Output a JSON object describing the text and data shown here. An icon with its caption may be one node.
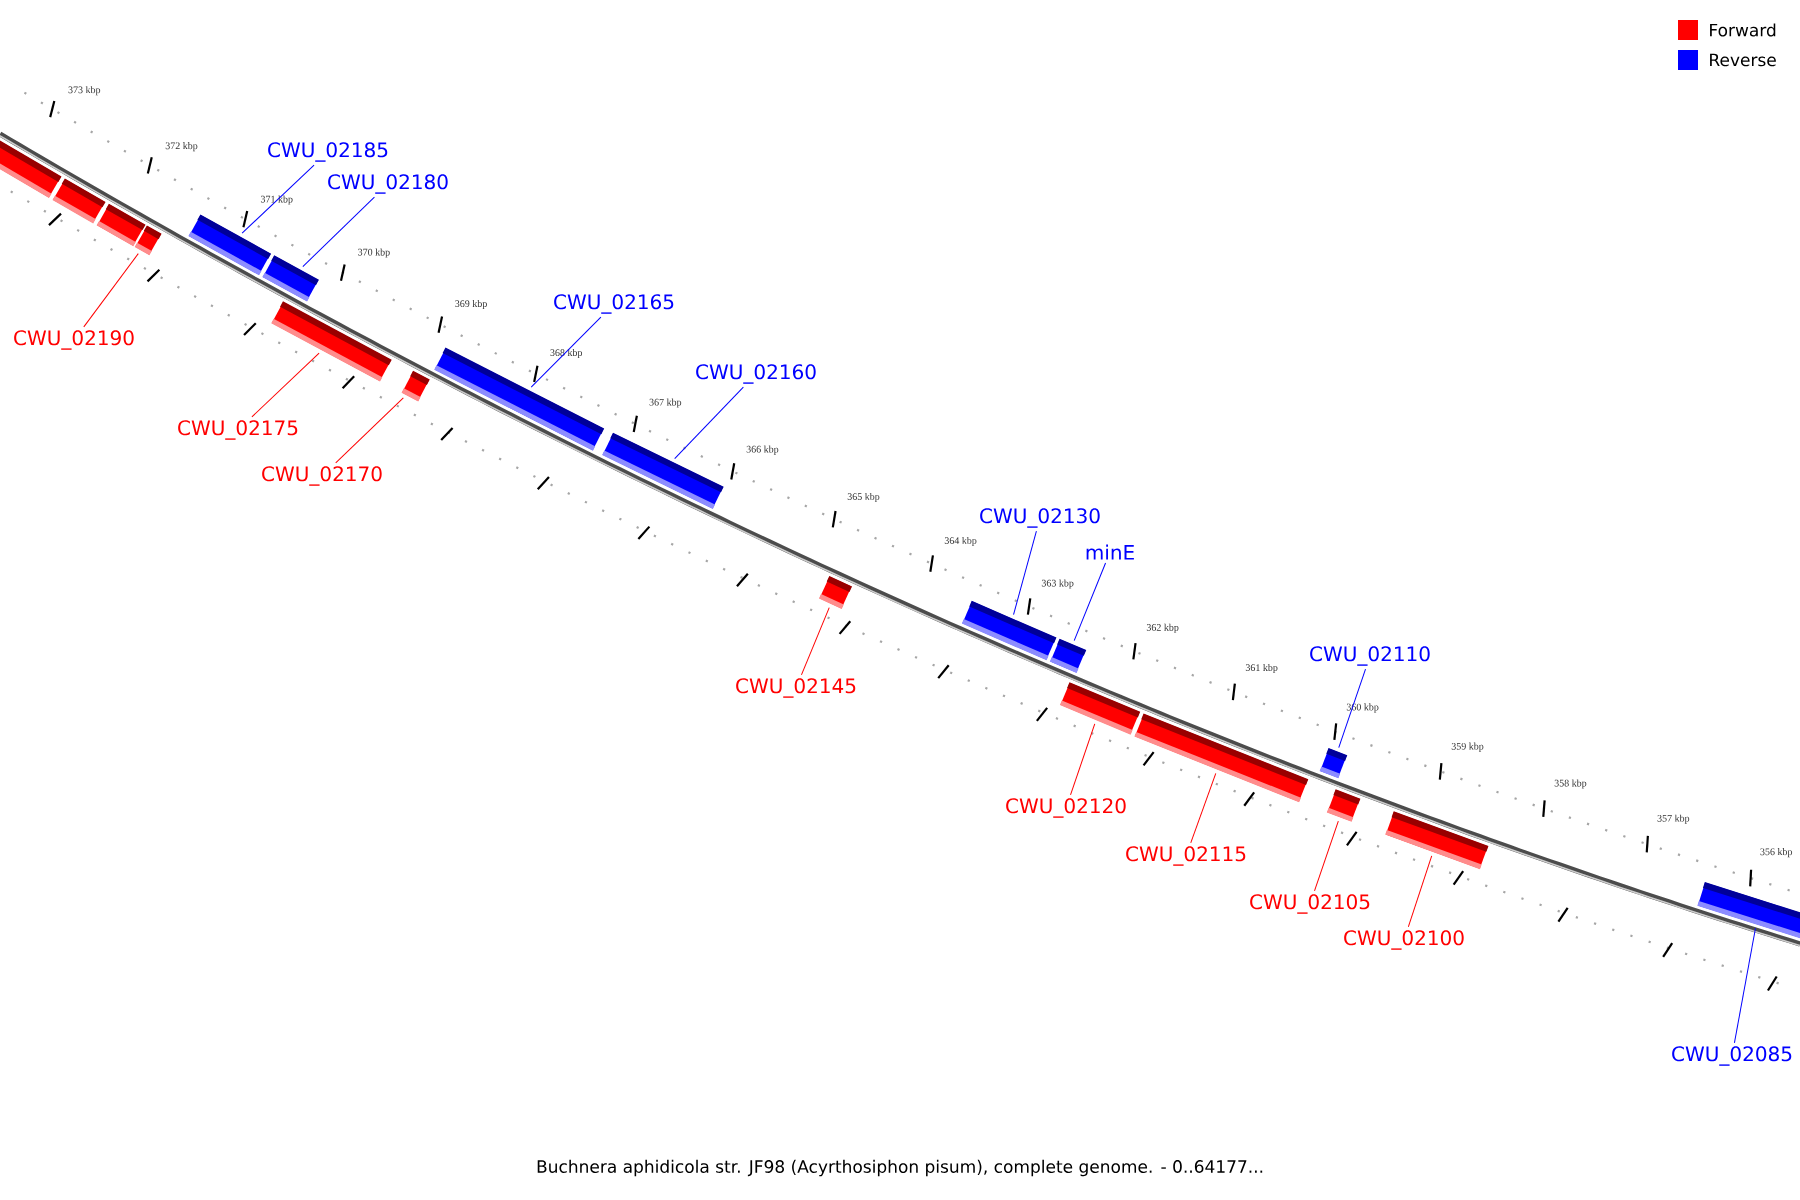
{
  "diagram": {
    "caption": "Buchnera aphidicola str. JF98 (Acyrthosiphon pisum), complete genome. - 0..64177...",
    "nodes": [
      {
        "text": [],
        "shape": "box"
      },
      {
        "text": [],
        "shape": "box"
      },
      {
        "text": [],
        "shape": "box"
      },
      {
        "text": [],
        "shape": "box"
      },
      {
        "text": [],
        "shape": "box"
      },
      {
        "text": [],
        "shape": "box"
      },
      {
        "text": [],
        "shape": "box"
      },
      {
        "text": [],
        "shape": "box"
      },
      {
        "text": [],
        "shape": "box"
      },
      {
        "text": [],
        "shape": "box"
      },
      {
        "text": [],
        "shape": "box"
      },
      {
        "text": [],
        "shape": "box"
      },
      {
        "text": [],
        "shape": "box"
      },
      {
        "text": [],
        "shape": "box"
      },
      {
        "text": [],
        "shape": "box"
      },
      {
        "text": [],
        "shape": "box"
      },
      {
        "text": [],
        "shape": "box"
      },
      {
        "text": [],
        "shape": "box"
      },
      {
        "text": [],
        "shape": "box"
      },
      {
        "text": [
          "CWU_02185"
        ]
      },
      {
        "text": [
          "CWU_02180"
        ]
      },
      {
        "text": [
          "CWU_02165"
        ]
      },
      {
        "text": [
          "CWU_02190"
        ]
      },
      {
        "text": [
          "CWU_02160"
        ]
      },
      {
        "text": [
          "CWU_02175"
        ]
      },
      {
        "text": [
          "CWU_02170"
        ]
      },
      {
        "text": [
          "CWU_02130"
        ]
      },
      {
        "text": [
          "minE"
        ]
      },
      {
        "text": [
          "CWU_02110"
        ]
      },
      {
        "text": [
          "CWU_02145"
        ]
      },
      {
        "text": [
          "CWU_02120"
        ]
      },
      {
        "text": [
          "CWU_02115"
        ]
      },
      {
        "text": [
          "CWU_02105"
        ]
      },
      {
        "text": [
          "CWU_02100"
        ]
      },
      {
        "text": [
          "CWU_02085"
        ]
      }
    ],
    "edges": [
      {
        "from": 19,
        "to": 4,
        "arrow": "none",
        "color": "#0000ff"
      },
      {
        "from": 20,
        "to": 5,
        "arrow": "none",
        "color": "#0000ff"
      },
      {
        "from": 21,
        "to": 8,
        "arrow": "none",
        "color": "#0000ff"
      },
      {
        "from": 22,
        "to": 3,
        "arrow": "none",
        "color": "#ff0000"
      },
      {
        "from": 23,
        "to": 9,
        "arrow": "none",
        "color": "#0000ff"
      },
      {
        "from": 24,
        "to": 6,
        "arrow": "none",
        "color": "#ff0000"
      },
      {
        "from": 25,
        "to": 7,
        "arrow": "none",
        "color": "#ff0000"
      },
      {
        "from": 26,
        "to": 11,
        "arrow": "none",
        "color": "#0000ff"
      },
      {
        "from": 27,
        "to": 12,
        "arrow": "none",
        "color": "#0000ff"
      },
      {
        "from": 28,
        "to": 15,
        "arrow": "none",
        "color": "#0000ff"
      },
      {
        "from": 29,
        "to": 10,
        "arrow": "none",
        "color": "#ff0000"
      },
      {
        "from": 30,
        "to": 13,
        "arrow": "none",
        "color": "#ff0000"
      },
      {
        "from": 31,
        "to": 14,
        "arrow": "none",
        "color": "#ff0000"
      },
      {
        "from": 32,
        "to": 16,
        "arrow": "none",
        "color": "#ff0000"
      },
      {
        "from": 33,
        "to": 17,
        "arrow": "none",
        "color": "#ff0000"
      },
      {
        "from": 34,
        "to": 18,
        "arrow": "none",
        "color": "#0000ff"
      }
    ],
    "labels": [
      "373 kbp",
      "372 kbp",
      "371 kbp",
      "370 kbp",
      "369 kbp",
      "368 kbp",
      "367 kbp",
      "366 kbp",
      "365 kbp",
      "364 kbp",
      "363 kbp",
      "362 kbp",
      "361 kbp",
      "360 kbp",
      "359 kbp",
      "358 kbp",
      "357 kbp",
      "356 kbp"
    ],
    "legend": [
      {
        "text": "Forward",
        "color": "#ff0000"
      },
      {
        "text": "Reverse",
        "color": "#0000ff"
      }
    ]
  }
}
